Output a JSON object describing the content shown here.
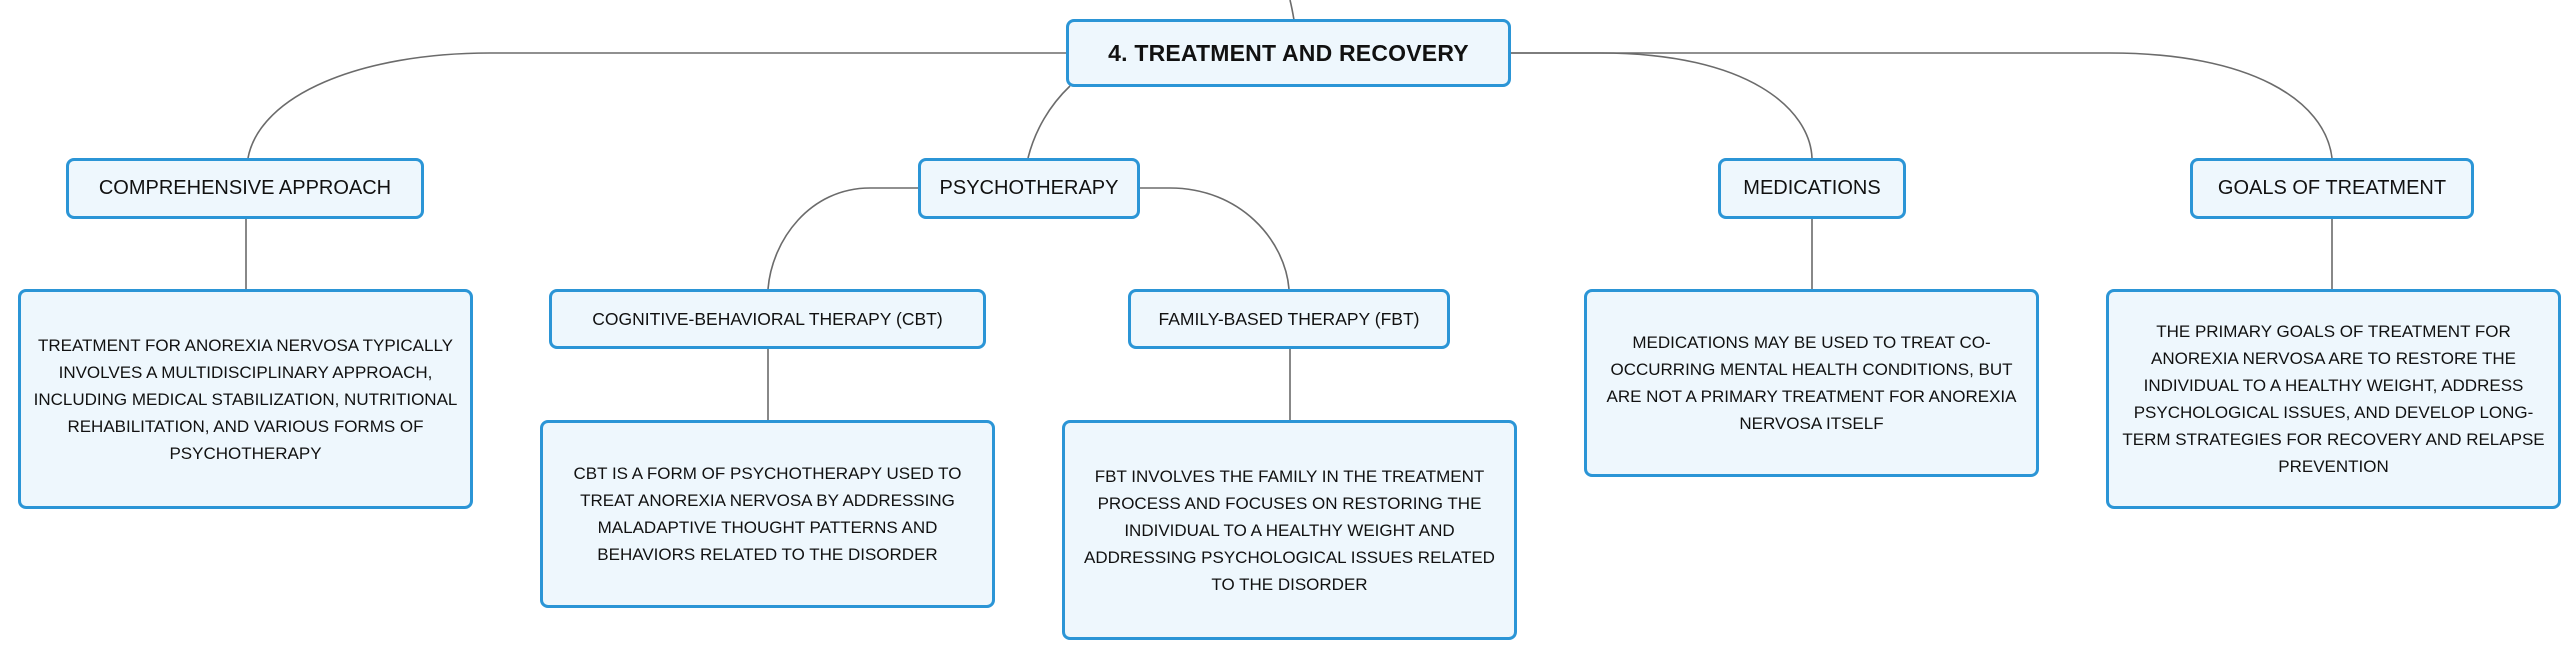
{
  "root": {
    "label": "4. TREATMENT AND RECOVERY"
  },
  "branches": [
    {
      "label": "COMPREHENSIVE APPROACH",
      "detail": "TREATMENT FOR ANOREXIA NERVOSA TYPICALLY INVOLVES A MULTIDISCIPLINARY APPROACH, INCLUDING MEDICAL STABILIZATION, NUTRITIONAL REHABILITATION, AND VARIOUS FORMS OF PSYCHOTHERAPY"
    },
    {
      "label": "PSYCHOTHERAPY",
      "children": [
        {
          "label": "COGNITIVE-BEHAVIORAL THERAPY (CBT)",
          "detail": "CBT IS A FORM OF PSYCHOTHERAPY USED TO TREAT ANOREXIA NERVOSA BY ADDRESSING MALADAPTIVE THOUGHT PATTERNS AND BEHAVIORS RELATED TO THE DISORDER"
        },
        {
          "label": "FAMILY-BASED THERAPY (FBT)",
          "detail": "FBT INVOLVES THE FAMILY IN THE TREATMENT PROCESS AND FOCUSES ON RESTORING THE INDIVIDUAL TO A HEALTHY WEIGHT AND ADDRESSING PSYCHOLOGICAL ISSUES RELATED TO THE DISORDER"
        }
      ]
    },
    {
      "label": "MEDICATIONS",
      "detail": "MEDICATIONS MAY BE USED TO TREAT CO-OCCURRING MENTAL HEALTH CONDITIONS, BUT ARE NOT A PRIMARY TREATMENT FOR ANOREXIA NERVOSA ITSELF"
    },
    {
      "label": "GOALS OF TREATMENT",
      "detail": "THE PRIMARY GOALS OF TREATMENT FOR ANOREXIA NERVOSA ARE TO RESTORE THE INDIVIDUAL TO A HEALTHY WEIGHT, ADDRESS PSYCHOLOGICAL ISSUES, AND DEVELOP LONG-TERM STRATEGIES FOR RECOVERY AND RELAPSE PREVENTION"
    }
  ],
  "colors": {
    "border": "#2b95d6",
    "fill": "#eef7fd",
    "connector": "#6b6b6b"
  }
}
